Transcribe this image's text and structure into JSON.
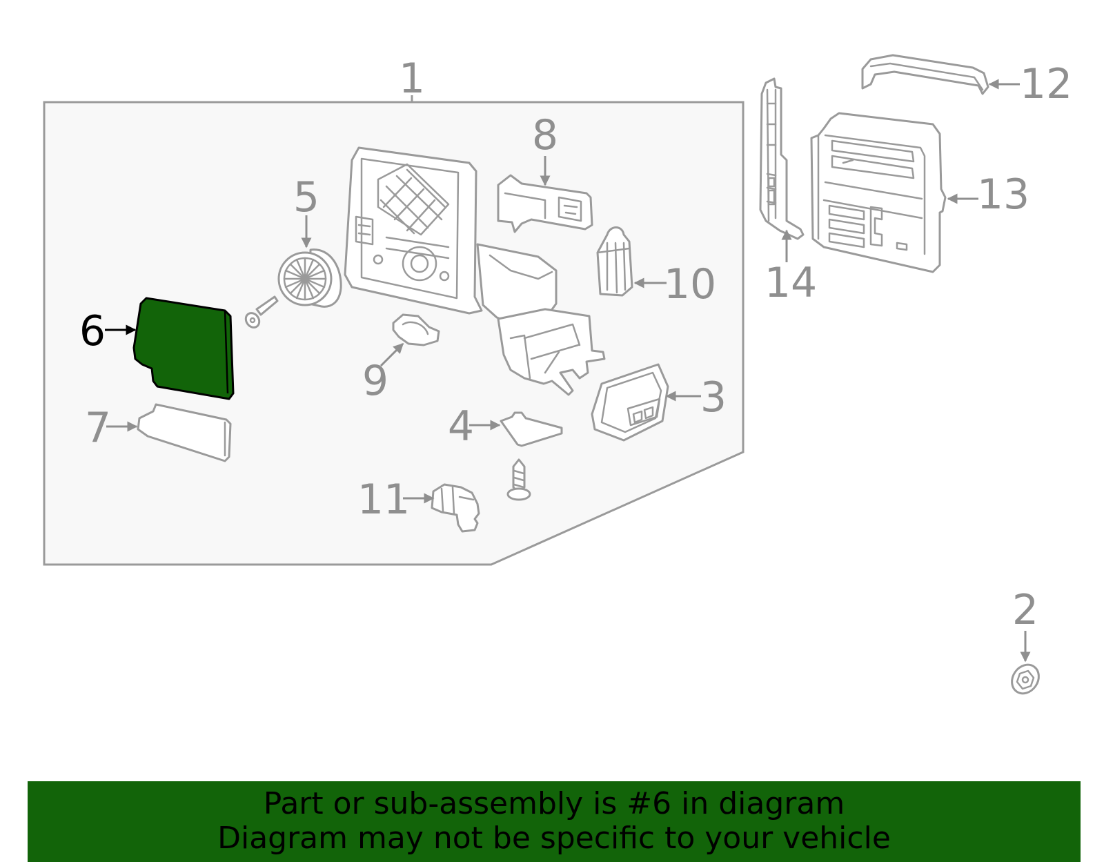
{
  "callouts": {
    "c1": "1",
    "c2": "2",
    "c3": "3",
    "c4": "4",
    "c5": "5",
    "c6": "6",
    "c7": "7",
    "c8": "8",
    "c9": "9",
    "c10": "10",
    "c11": "11",
    "c12": "12",
    "c13": "13",
    "c14": "14"
  },
  "highlight": {
    "part": "6",
    "color": "#126409"
  },
  "banner": {
    "line1": "Part or sub-assembly is #6 in diagram",
    "line2": "Diagram may not be specific to your vehicle",
    "background": "#126409"
  }
}
